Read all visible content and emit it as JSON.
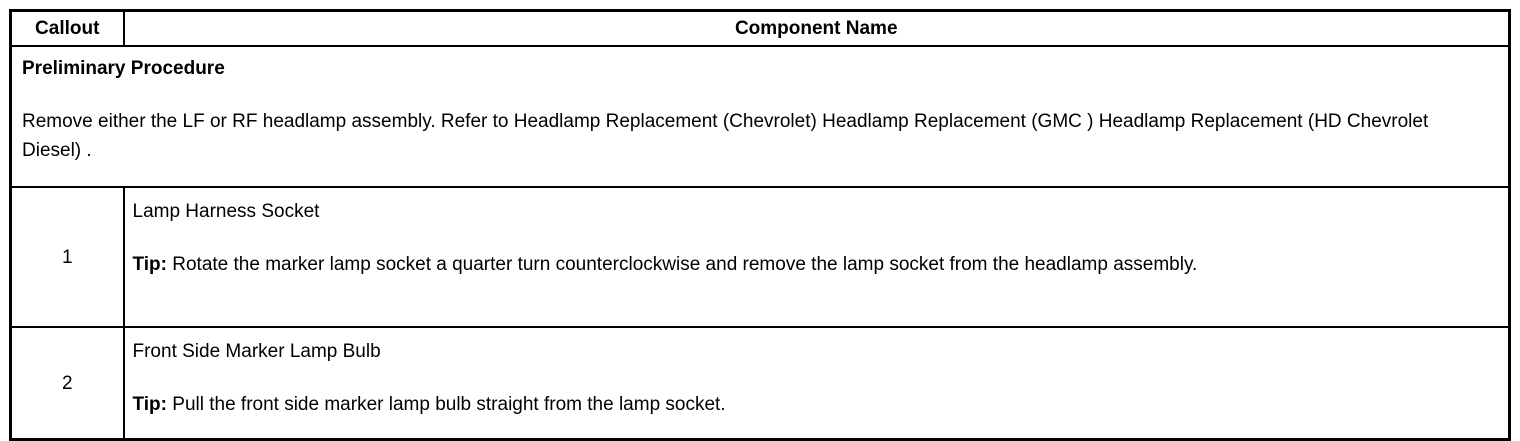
{
  "colors": {
    "background": "#ffffff",
    "text": "#000000",
    "border": "#000000"
  },
  "table": {
    "header": {
      "callout": "Callout",
      "component": "Component Name"
    },
    "preliminary": {
      "title": "Preliminary Procedure",
      "body": "Remove either the LF or RF headlamp assembly. Refer to Headlamp Replacement (Chevrolet) Headlamp Replacement (GMC ) Headlamp Replacement (HD Chevrolet Diesel) ."
    },
    "rows": [
      {
        "callout": "1",
        "name": "Lamp Harness Socket",
        "tip_label": "Tip:",
        "tip": "Rotate the marker lamp socket a quarter turn counterclockwise and remove the lamp socket from the headlamp assembly."
      },
      {
        "callout": "2",
        "name": "Front Side Marker Lamp Bulb",
        "tip_label": "Tip:",
        "tip": "Pull the front side marker lamp bulb straight from the lamp socket."
      }
    ]
  }
}
